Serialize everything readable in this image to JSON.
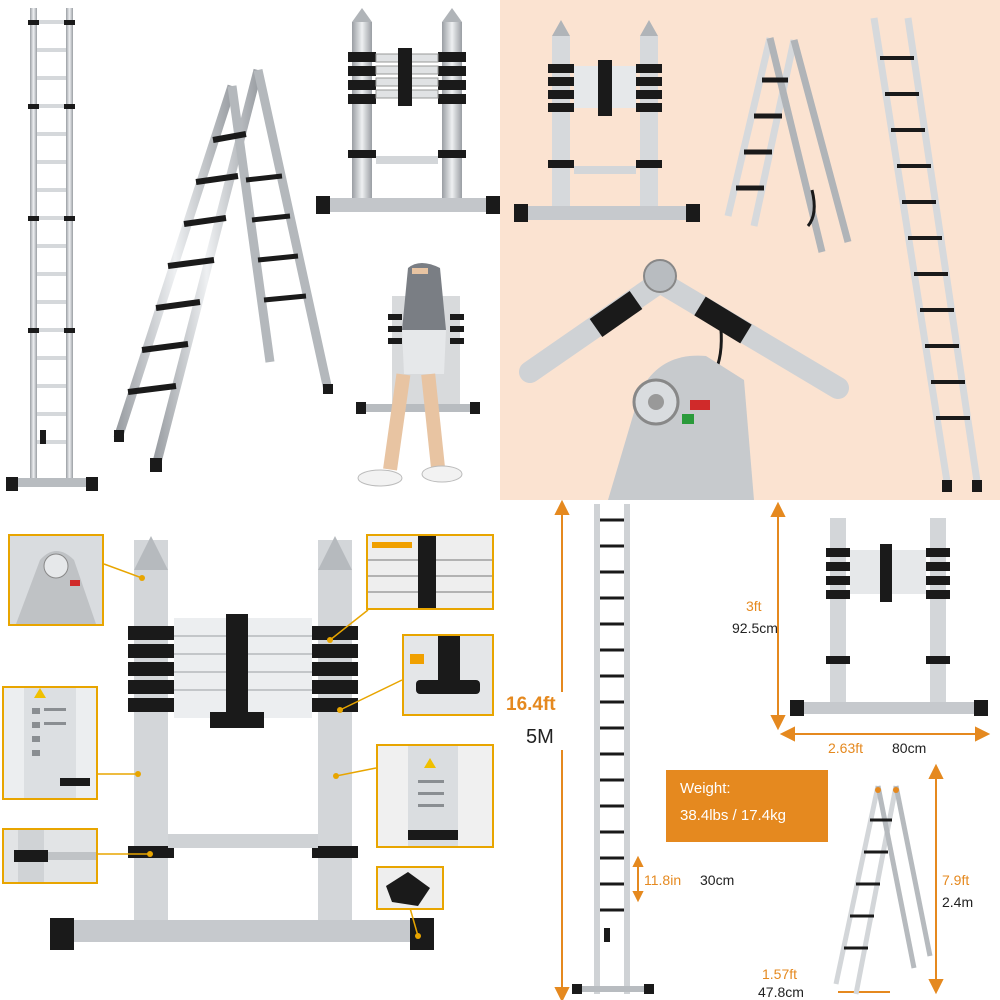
{
  "colors": {
    "accent_orange": "#e5891f",
    "callout_yellow": "#e8a500",
    "peach_background": "#fbe3d1",
    "aluminum": "#c9ccd0",
    "rubber_black": "#1a1a1a"
  },
  "dimensions": {
    "total_height": {
      "ft": "16.4ft",
      "m": "5M"
    },
    "folded_height": {
      "ft": "3ft",
      "cm": "92.5cm"
    },
    "base_width": {
      "ft": "2.63ft",
      "cm": "80cm"
    },
    "step_spacing": {
      "in": "11.8in",
      "cm": "30cm"
    },
    "a_frame_height": {
      "ft": "7.9ft",
      "m": "2.4m"
    },
    "a_frame_spread": {
      "ft": "1.57ft",
      "cm": "47.8cm"
    }
  },
  "weight": {
    "label": "Weight:",
    "value": "38.4lbs / 17.4kg"
  },
  "icons": {
    "dimension_arrow": "dimension-arrow-icon",
    "callout_connector": "callout-connector-icon"
  }
}
